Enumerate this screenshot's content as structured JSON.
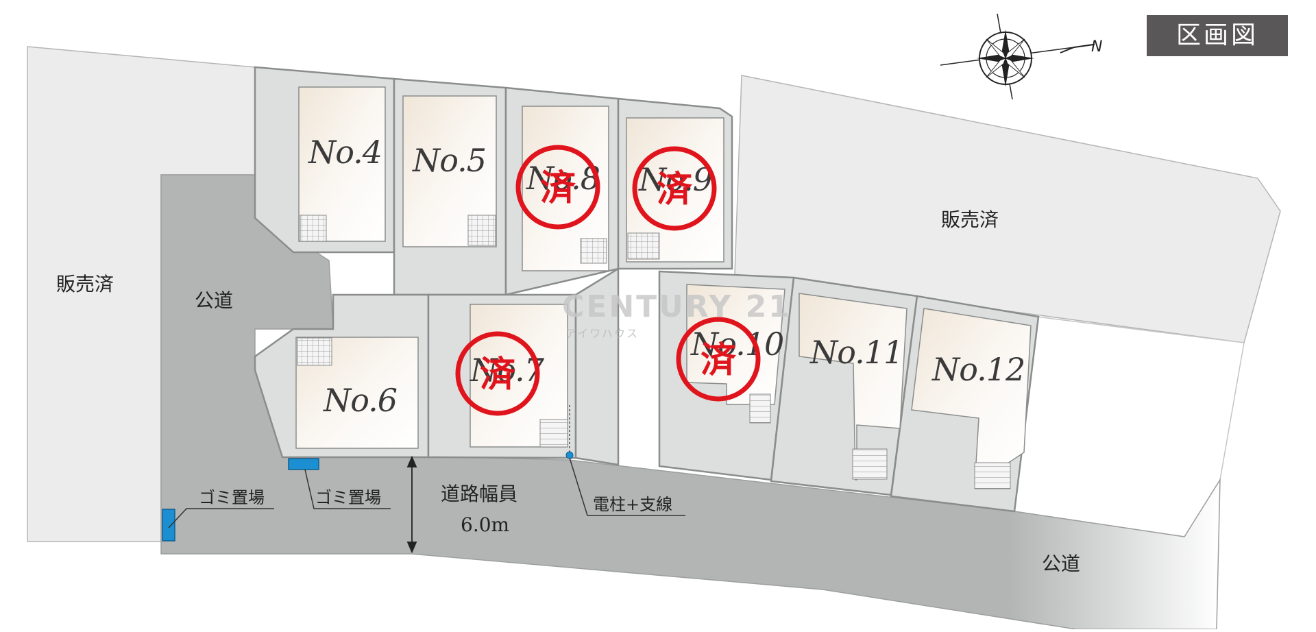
{
  "title": "区画図",
  "lots": [
    {
      "id": "no4",
      "label": "No.4",
      "sold": false
    },
    {
      "id": "no5",
      "label": "No.5",
      "sold": false
    },
    {
      "id": "no6",
      "label": "No.6",
      "sold": false
    },
    {
      "id": "no7",
      "label": "No.7",
      "sold": true
    },
    {
      "id": "no8",
      "label": "No.8",
      "sold": true
    },
    {
      "id": "no9",
      "label": "No.9",
      "sold": true
    },
    {
      "id": "no10",
      "label": "No.10",
      "sold": true
    },
    {
      "id": "no11",
      "label": "No.11",
      "sold": false
    },
    {
      "id": "no12",
      "label": "No.12",
      "sold": false
    }
  ],
  "sold_stamp": "済",
  "areas": {
    "sold_left": "販売済",
    "sold_right": "販売済",
    "road_left": "公道",
    "road_bottom": "公道"
  },
  "labels": {
    "garbage_1": "ゴミ置場",
    "garbage_2": "ゴミ置場",
    "road_width_title": "道路幅員",
    "road_width_value": "6.0m",
    "utility_pole": "電柱+支線"
  },
  "watermark": {
    "brand": "CENTURY 21",
    "company": "アイワハウス"
  },
  "compass": {
    "north": "N"
  },
  "colors": {
    "road": "#b2b5b4",
    "lot": "#dddfde",
    "sold_area": "#ececec",
    "stamp": "#e0141c",
    "garbage": "#1b8fd2",
    "title_bg": "#595757"
  }
}
